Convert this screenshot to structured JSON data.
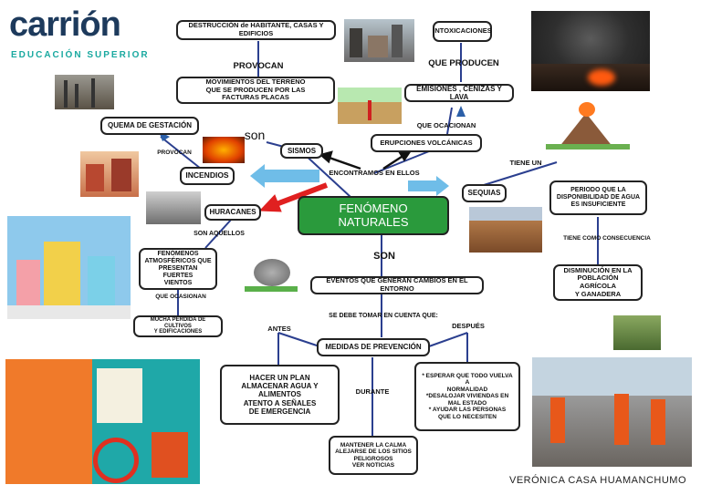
{
  "brand": {
    "name": "carrión",
    "tagline": "EDUCACIÓN SUPERIOR"
  },
  "author": "VERÓNICA CASA HUAMANCHUMO",
  "center": "FENÓMENO NATURALES",
  "nodes": {
    "destruccion": "DESTRUCCIÓN de HABITANTE, CASAS Y EDIFICIOS",
    "movimientos": "MOVIMIENTOS DEL TERRENO\nQUE SE PRODUCEN POR LAS\nFACTURAS PLACAS",
    "quema": "QUEMA DE GESTACIÓN",
    "sismos": "SISMOS",
    "incendios": "INCENDIOS",
    "huracanes": "HURACANES",
    "fenomenos_atm": "FENÓMENOS\nATMOSFÉRICOS QUE\nPRESENTAN FUERTES\nVIENTOS",
    "perdida": "MUCHA PERDIDA DE CULTIVOS\nY EDIFICACIONES",
    "intoxicaciones": "INTOXICACIONES",
    "emisiones": "EMISIONES , CENIZAS Y LAVA",
    "erupciones": "ERUPCIONES VOLCÁNICAS",
    "sequias": "SEQUIAS",
    "periodo": "PERIODO QUE LA\nDISPONIBILIDAD DE AGUA\nES INSUFICIENTE",
    "disminucion": "DISMINUCIÓN EN LA\nPOBLACIÓN AGRÍCOLA\nY GANADERA",
    "eventos": "EVENTOS QUE GENERAN CAMBIOS EN EL ENTORNO",
    "medidas": "MEDIDAS DE PREVENCIÓN",
    "antes": "HACER UN PLAN\nALMACENAR AGUA Y ALIMENTOS\nATENTO A SEÑALES\nDE EMERGENCIA",
    "durante": "MANTENER LA CALMA\nALEJARSE DE LOS SITIOS\nPELIGROSOS\nVER NOTICIAS",
    "despues": "* ESPERAR QUE TODO VUELVA A\nNORMALIDAD\n*DESALOJAR VIVIENDAS EN\nMAL ESTADO\n* AYUDAR LAS PERSONAS\nQUE LO NECESITEN"
  },
  "connectors": {
    "provocan_top": "PROVOCAN",
    "son_sismos": "son",
    "provocan_small": "PROVOCAN",
    "encontramos": "ENCONTRAMOS EN ELLOS",
    "son_aquellos": "SON AQUELLOS",
    "que_ocasionan": "QUE OCASIONAN",
    "que_producen": "QUE PRODUCEN",
    "que_ocacionan": "QUE OCACIONAN",
    "tiene_un": "TIENE UN",
    "tiene_consecuencia": "TIENE COMO CONSECUENCIA",
    "son_center": "SON",
    "se_debe": "SE DEBE TOMAR EN CUENTA  QUE:",
    "antes": "ANTES",
    "durante": "DURANTE",
    "despues": "DESPUÉS"
  },
  "colors": {
    "brand_navy": "#1d3a5c",
    "brand_teal": "#1aa9a0",
    "center_fill": "#2a9a3c",
    "red_arrow": "#e02020",
    "blue_arrow": "#6fbde8"
  }
}
